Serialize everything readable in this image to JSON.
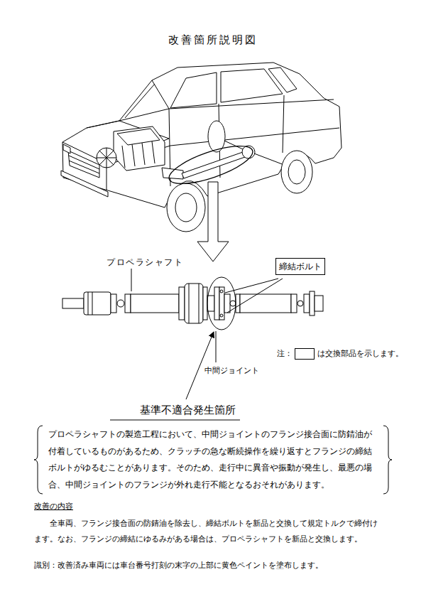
{
  "diagram": {
    "title": "改善箇所説明図",
    "nodes": [
      {
        "text": [
          "締結ボルト"
        ]
      },
      {
        "text": [
          "基準不適合発生箇所",
          "プロペラシャフトの製造工程において、中間ジョイントのフランジ接合面に防錆油が付着しているものがあるため、クラッチの急な断続操作を繰り返すとフランジの締結ボルトがゆるむことがあります。そのため、走行中に異音や振動が発生し、最悪の場合、中間ジョイントのフランジが外れ走行不能となるおそれがあります。"
        ]
      }
    ],
    "labels": [
      "プロペラシャフト",
      "注：",
      "中間ジョイント",
      "改善の内容",
      "全車両、フランジ接合面の防錆油を除去し、締結ボルトを新品と交換して規定トルクで締付けます。なお、フランジの締結にゆるみがある場合は、プロペラシャフトを新品と交換します。",
      "識別：改善済み車両には車台番号打刻の末字の上部に黄色ペイントを塗布します。"
    ],
    "legend": [
      {
        "text": "は交換部品を示します。"
      }
    ]
  }
}
